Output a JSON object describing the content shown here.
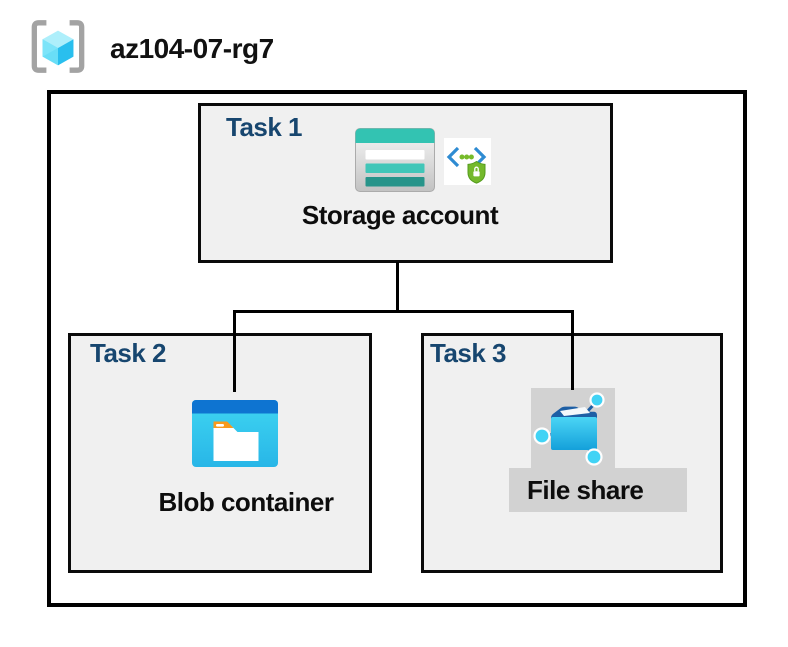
{
  "header": {
    "title": "az104-07-rg7"
  },
  "tasks": [
    {
      "label": "Task 1",
      "item_label": "Storage account",
      "icons": [
        "storage-account-icon",
        "secure-access-shield-icon"
      ]
    },
    {
      "label": "Task 2",
      "item_label": "Blob container",
      "icons": [
        "blob-container-icon"
      ]
    },
    {
      "label": "Task 3",
      "item_label": "File share",
      "icons": [
        "file-share-icon"
      ]
    }
  ],
  "connections": [
    {
      "from": "Storage account",
      "to": "Blob container"
    },
    {
      "from": "Storage account",
      "to": "File share"
    }
  ],
  "colors": {
    "task-label": "#17466F",
    "teal": "#33C3B2",
    "teal-mid": "#41C6B8",
    "teal-dark": "#27948A",
    "azure-blue": "#0E74D1",
    "cyan": "#35CDEF",
    "orange": "#F89A1C",
    "green": "#74B92C",
    "box-fill": "#F0F0F0",
    "icon-gray": "#D2D2D2",
    "line": "#000000"
  }
}
